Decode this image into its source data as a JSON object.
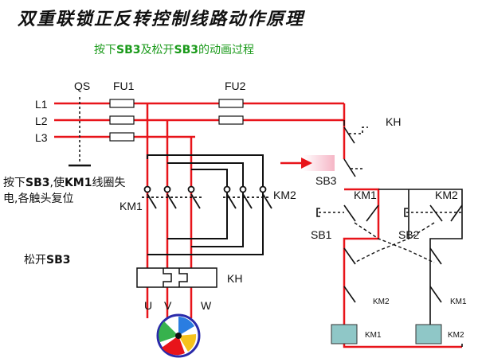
{
  "title": "双重联锁正反转控制线路动作原理",
  "subtitle": {
    "pre": "按下",
    "k1": "SB3",
    "mid": "及松开",
    "k2": "SB3",
    "post": "的动画过程"
  },
  "note": {
    "p1": "按下",
    "k1": "SB3",
    "p2": ",使",
    "k2": "KM1",
    "p3": "线圈失电,各触头复位"
  },
  "note2": {
    "p1": "松开",
    "k1": "SB3"
  },
  "labels": {
    "qs": "QS",
    "fu1": "FU1",
    "fu2": "FU2",
    "l1": "L1",
    "l2": "L2",
    "l3": "L3",
    "km1_main": "KM1",
    "km2_main": "KM2",
    "kh_main": "KH",
    "u": "U",
    "v": "V",
    "w": "W",
    "kh_ctrl": "KH",
    "sb3": "SB3",
    "km1_top": "KM1",
    "km2_top": "KM2",
    "sb1": "SB1",
    "sb2": "SB2",
    "km2_interlock": "KM2",
    "km1_interlock": "KM1",
    "km1_coil": "KM1",
    "km2_coil": "KM2"
  },
  "colors": {
    "active": "#e8141a",
    "wire": "#111111",
    "coil": "#8fc7c7",
    "title_green": "#1a9a1a"
  }
}
